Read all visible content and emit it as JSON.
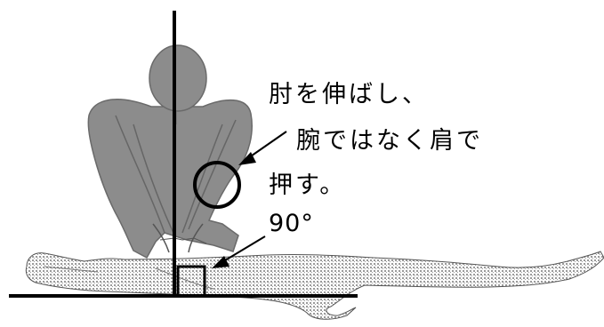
{
  "annotation": {
    "line1": "肘を伸ばし、",
    "line2": "腕ではなく肩で",
    "line3": "押す。"
  },
  "angle_label": "90°",
  "colors": {
    "figure_gray": "#8c8c8c",
    "figure_outline": "#6a6a6a",
    "patient_dots": "#b5b5b5",
    "ink": "#000000"
  }
}
